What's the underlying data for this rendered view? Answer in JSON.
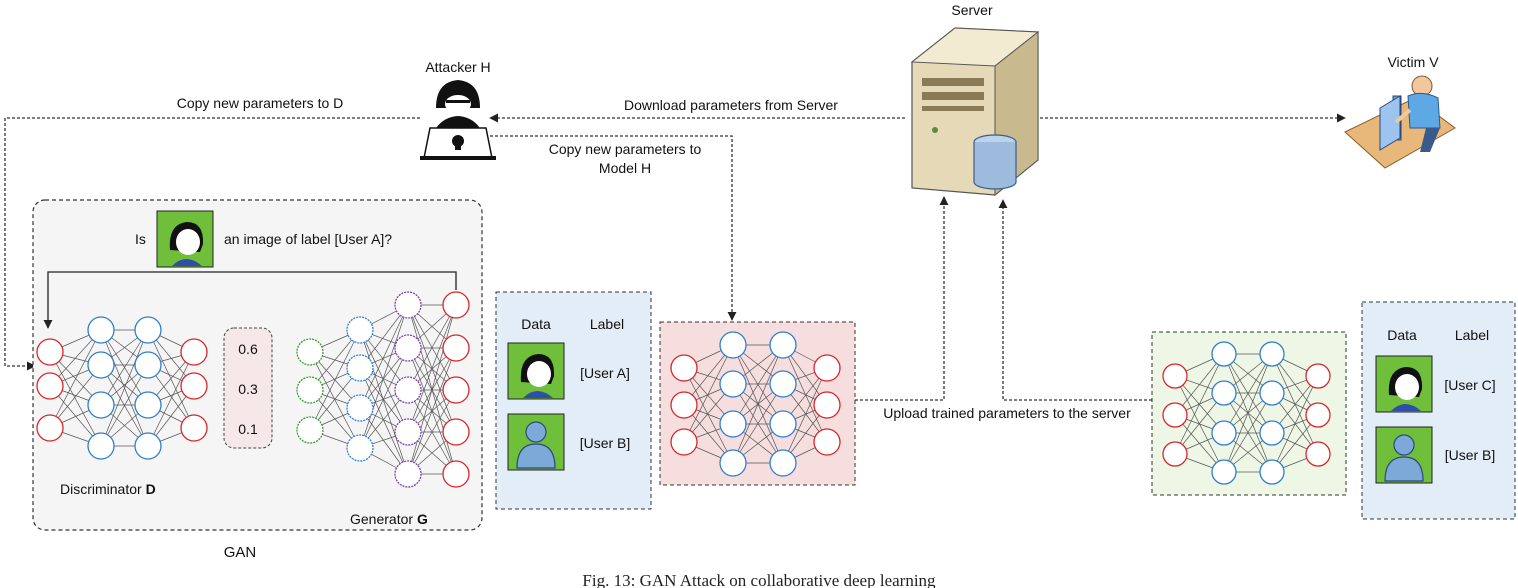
{
  "actors": {
    "server": "Server",
    "attacker": "Attacker H",
    "victim": "Victim V"
  },
  "arrows": {
    "copy_to_d": "Copy new parameters to D",
    "download": "Download parameters from Server",
    "copy_to_model_h_line1": "Copy new parameters to",
    "copy_to_model_h_line2": "Model H",
    "upload": "Upload trained parameters to the server"
  },
  "gan": {
    "question_prefix": "Is",
    "question_suffix": "an image of label [User A]?",
    "outputs": [
      "0.6",
      "0.3",
      "0.1"
    ],
    "discriminator_label": "Discriminator",
    "discriminator_letter": "D",
    "generator_label": "Generator",
    "generator_letter": "G",
    "group_label": "GAN"
  },
  "table_left": {
    "col_data": "Data",
    "col_label": "Label",
    "rows": [
      "[User A]",
      "[User B]"
    ]
  },
  "table_right": {
    "col_data": "Data",
    "col_label": "Label",
    "rows": [
      "[User C]",
      "[User B]"
    ]
  },
  "caption": "Fig. 13: GAN Attack on collaborative deep learning",
  "colors": {
    "input_node": "#d9262b",
    "hidden_node": "#2f7fcb",
    "gen_node_green": "#3a9b3a",
    "gen_node_purple": "#7a3fae",
    "model_h_bg": "#f6dede",
    "model_v_bg": "#eef6e6",
    "table_bg": "#e3edf7",
    "gan_bg": "#f5f5f5"
  }
}
